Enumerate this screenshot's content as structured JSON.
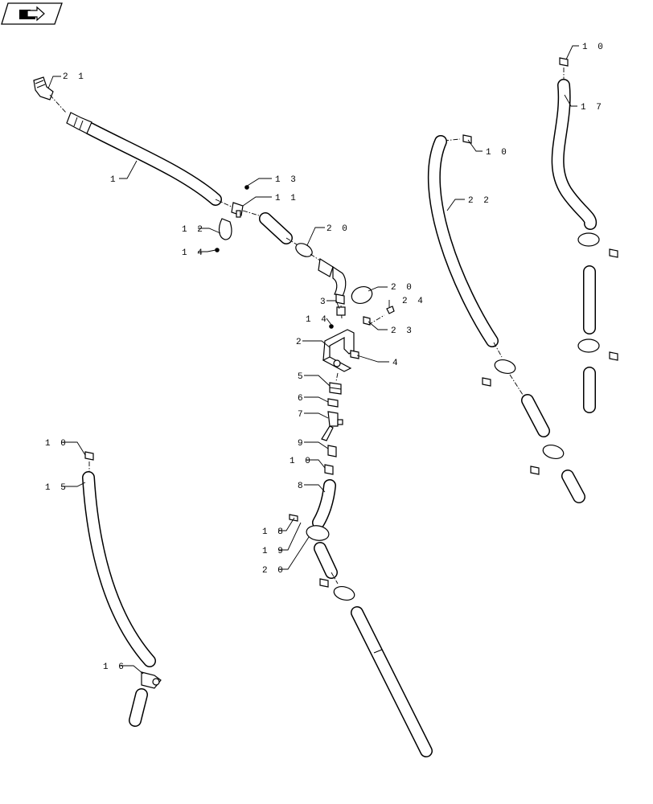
{
  "toolbar": {
    "nav_icon": "arrow-right-folder-icon"
  },
  "callouts": [
    {
      "id": "c21",
      "label": "2 1"
    },
    {
      "id": "c1",
      "label": "1"
    },
    {
      "id": "c13",
      "label": "1 3"
    },
    {
      "id": "c11",
      "label": "1 1"
    },
    {
      "id": "c12",
      "label": "1 2"
    },
    {
      "id": "c14a",
      "label": "1 4"
    },
    {
      "id": "c20a",
      "label": "2 0"
    },
    {
      "id": "c20b",
      "label": "2 0"
    },
    {
      "id": "c3",
      "label": "3"
    },
    {
      "id": "c24",
      "label": "2 4"
    },
    {
      "id": "c14b",
      "label": "1 4"
    },
    {
      "id": "c23",
      "label": "2 3"
    },
    {
      "id": "c2",
      "label": "2"
    },
    {
      "id": "c4",
      "label": "4"
    },
    {
      "id": "c5",
      "label": "5"
    },
    {
      "id": "c6",
      "label": "6"
    },
    {
      "id": "c7",
      "label": "7"
    },
    {
      "id": "c9",
      "label": "9"
    },
    {
      "id": "c10a",
      "label": "1 0"
    },
    {
      "id": "c8",
      "label": "8"
    },
    {
      "id": "c18",
      "label": "1 8"
    },
    {
      "id": "c19",
      "label": "1 9"
    },
    {
      "id": "c20c",
      "label": "2 0"
    },
    {
      "id": "c10b",
      "label": "1 0"
    },
    {
      "id": "c15",
      "label": "1 5"
    },
    {
      "id": "c16",
      "label": "1 6"
    },
    {
      "id": "c10c",
      "label": "1 0"
    },
    {
      "id": "c22",
      "label": "2 2"
    },
    {
      "id": "c10d",
      "label": "1 0"
    },
    {
      "id": "c17",
      "label": "1 7"
    }
  ]
}
